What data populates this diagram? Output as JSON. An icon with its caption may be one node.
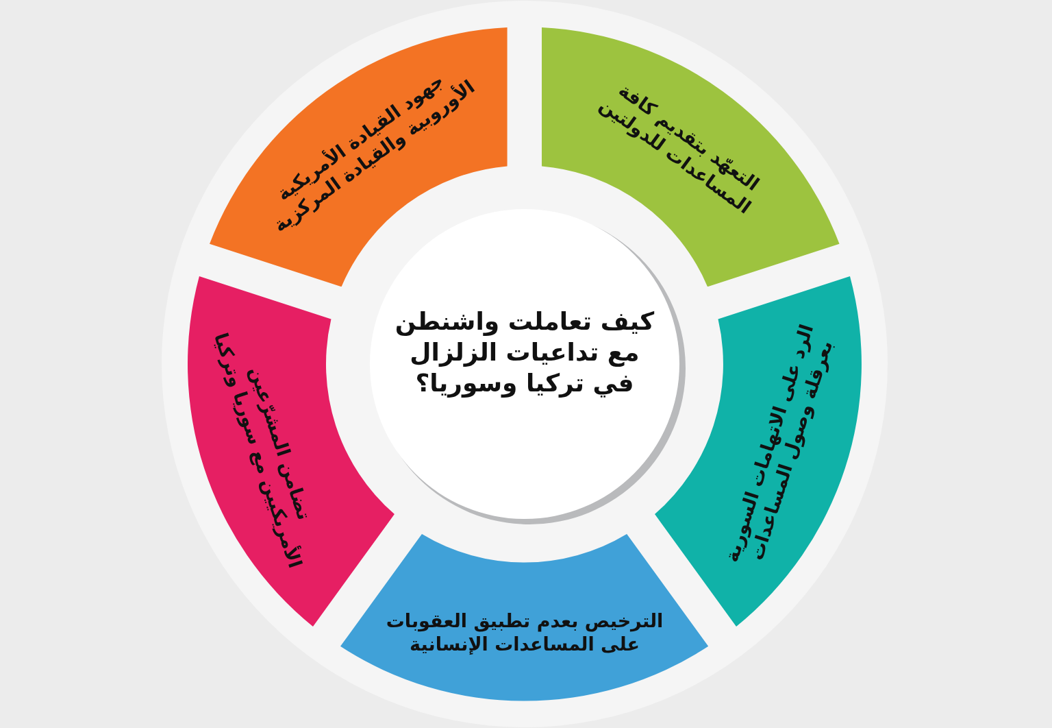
{
  "diagram": {
    "nodes": [
      {
        "text": [
          "كيف تعاملت واشنطن مع تداعيات الزلزال في تركيا وسوريا؟"
        ]
      },
      {
        "text": [
          "جهود القيادة الأمريكية الأوروبية والقيادة المركزية"
        ]
      },
      {
        "text": [
          "التعهّد بتقديم كافة المساعدات للدولتين"
        ]
      },
      {
        "text": [
          "تضامن المشرّعين الأمريكيين مع سوريا وتركيا"
        ]
      },
      {
        "text": [
          "الرد على الاتهامات السورية بعرقلة وصول المساعدات"
        ]
      },
      {
        "text": [
          "الترخيص بعدم تطبيق العقوبات على المساعدات الإنسانية"
        ]
      }
    ]
  }
}
